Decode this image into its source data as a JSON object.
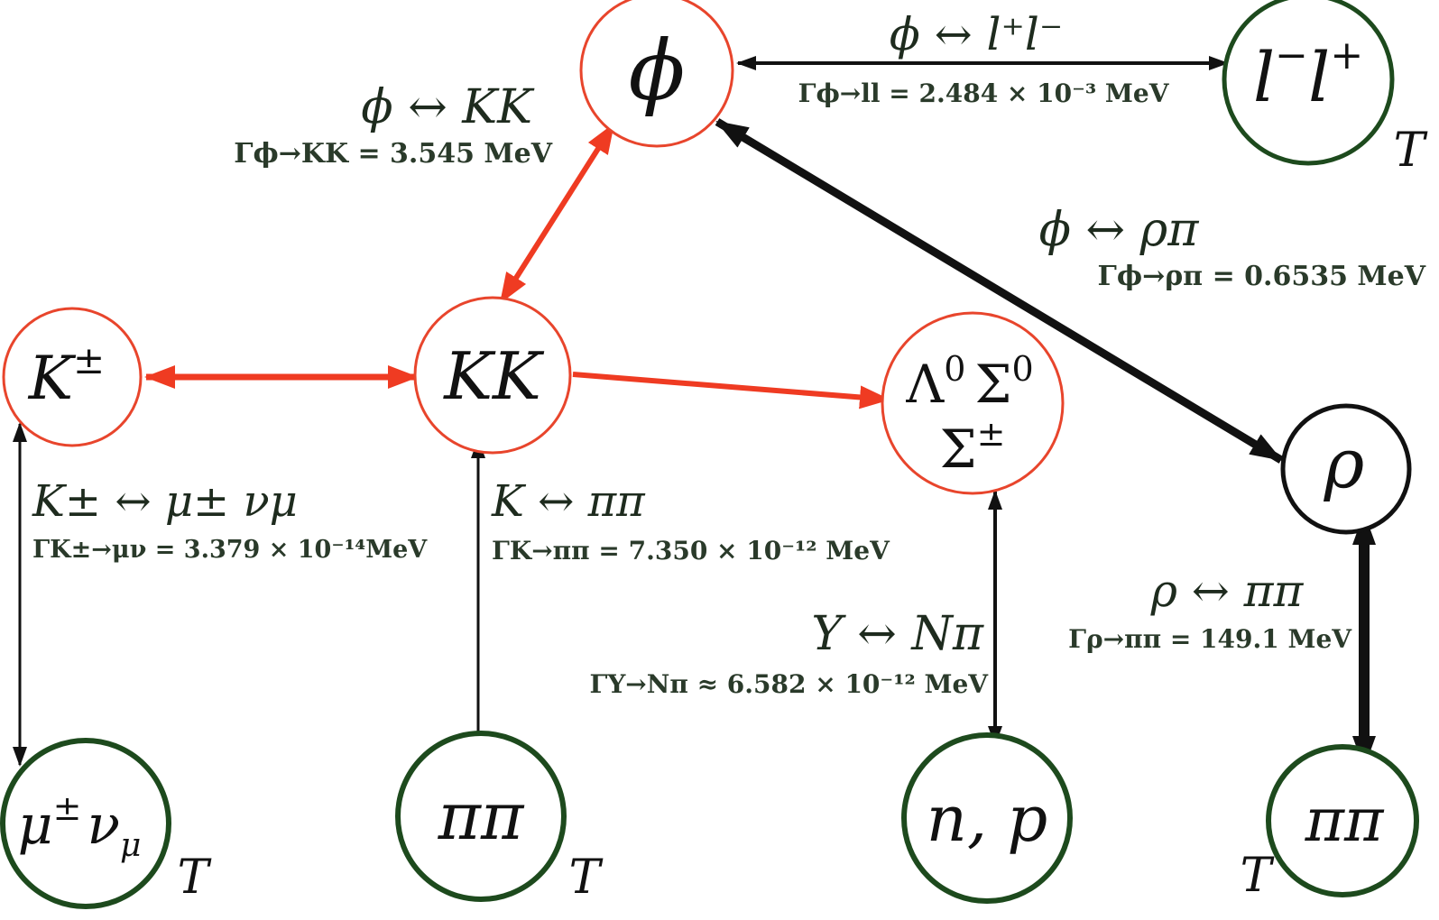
{
  "colors": {
    "hadron_node_stroke": "#e8452c",
    "final_node_stroke": "#1d4a1d",
    "rho_node_stroke": "#111111",
    "red_arrow": "#ef3b22",
    "black_arrow": "#111111",
    "text": "#1e2b1e"
  },
  "nodes": {
    "phi": {
      "label": "ϕ"
    },
    "ll": {
      "label": "l",
      "sup1": "−",
      "label2": "l",
      "sup2": "+",
      "sub": "T"
    },
    "kpm": {
      "label": "K",
      "sup": "±"
    },
    "kk": {
      "label": "KK"
    },
    "hyperon": {
      "line1a": "Λ",
      "sup1": "0",
      "line1b": "Σ",
      "sup2": "0",
      "line2": "Σ",
      "sup3": "±"
    },
    "rho": {
      "label": "ρ"
    },
    "munu": {
      "label": "μ",
      "sup": "±",
      "label2": "ν",
      "sub2": "μ",
      "sub": "T"
    },
    "pipi1": {
      "label": "ππ",
      "sub": "T"
    },
    "np": {
      "label": "n, p"
    },
    "pipi2": {
      "label": "ππ",
      "sub": "T"
    }
  },
  "reactions": {
    "phi_ll": {
      "rxn": "ϕ ↔ l⁺l⁻",
      "width": "Γϕ→ll = 2.484 × 10⁻³ MeV"
    },
    "phi_kk": {
      "rxn": "ϕ ↔ KK",
      "width": "Γϕ→KK = 3.545 MeV"
    },
    "phi_rhopi": {
      "rxn": "ϕ ↔ ρπ",
      "width": "Γϕ→ρπ = 0.6535 MeV"
    },
    "k_munu": {
      "rxn": "K± ↔ μ± νμ",
      "width": "ΓK±→μν = 3.379 × 10⁻¹⁴MeV"
    },
    "k_pipi": {
      "rxn": "K ↔ ππ",
      "width": "ΓK→ππ = 7.350 × 10⁻¹² MeV"
    },
    "y_npi": {
      "rxn": "Y ↔ Nπ",
      "width": "ΓY→Nπ ≈ 6.582 × 10⁻¹² MeV"
    },
    "rho_pipi": {
      "rxn": "ρ ↔ ππ",
      "width": "Γρ→ππ = 149.1 MeV"
    }
  }
}
